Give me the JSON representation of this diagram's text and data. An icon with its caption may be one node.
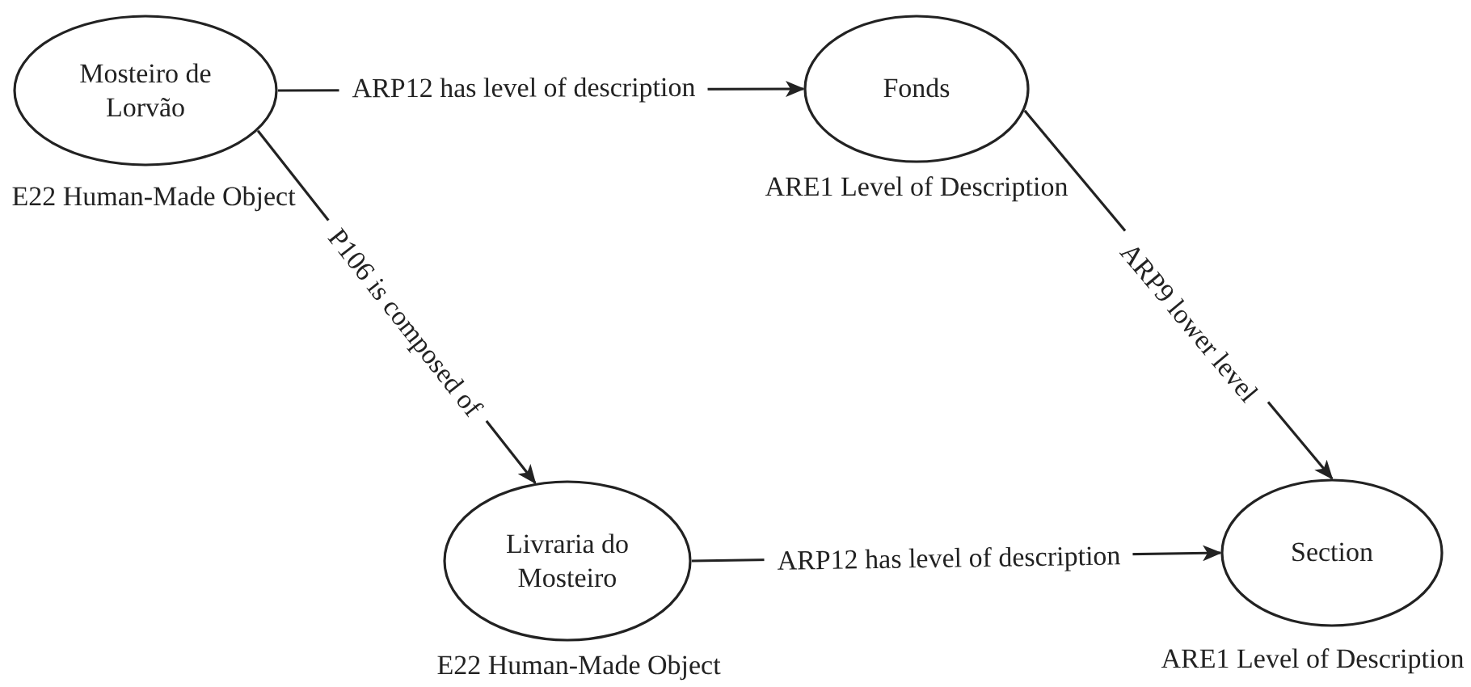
{
  "diagram": {
    "nodes": [
      {
        "text": [
          "Mosteiro de Lorvão"
        ],
        "beside": [
          "E22 Human-Made Object"
        ]
      },
      {
        "text": [
          "Fonds"
        ],
        "beside": [
          "ARE1 Level of Description"
        ]
      },
      {
        "text": [
          "Livraria do Mosteiro"
        ],
        "beside": [
          "E22 Human-Made Object"
        ]
      },
      {
        "text": [
          "Section"
        ],
        "beside": [
          "ARE1 Level of Description"
        ]
      }
    ],
    "edges": [
      {
        "from": 0,
        "to": 1,
        "arrow": "to",
        "label": "ARP12 has level of description"
      },
      {
        "from": 0,
        "to": 2,
        "arrow": "to",
        "label": "P106 is composed of"
      },
      {
        "from": 1,
        "to": 3,
        "arrow": "to",
        "label": "ARP9 lower level"
      },
      {
        "from": 2,
        "to": 3,
        "arrow": "to",
        "label": "ARP12 has level of description"
      }
    ]
  }
}
